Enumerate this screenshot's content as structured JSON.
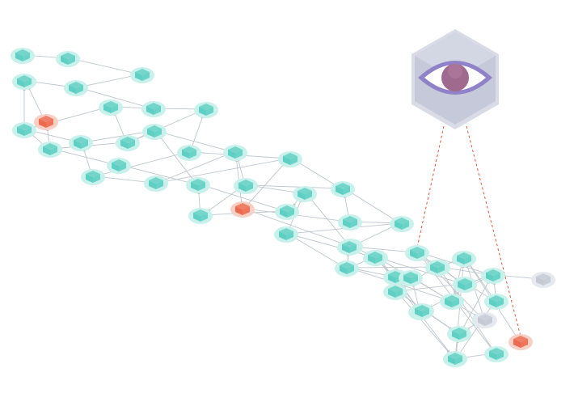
{
  "colors": {
    "background": "#ffffff",
    "edge": "#bfc6cc",
    "verified_node": "#5fcfc3",
    "verified_glow": "#c9f1ec",
    "flagged_node": "#ec6a4f",
    "flagged_glow": "#f8cfc4",
    "pending_node": "#c4c9d4",
    "pending_glow": "#e6e9ef",
    "observer_frame": "#c6c9d9",
    "observer_eye": "#8f82c8",
    "observer_pupil": "#a06a8f",
    "observer_link": "#e0563e"
  },
  "icons": {
    "observer": "eye-icon",
    "node": "cube-icon"
  },
  "observer": {
    "watched_nodes": [
      "n45",
      "n67"
    ]
  },
  "nodes": [
    {
      "id": "n01",
      "status": "verified"
    },
    {
      "id": "n02",
      "status": "verified"
    },
    {
      "id": "n03",
      "status": "verified"
    },
    {
      "id": "n04",
      "status": "verified"
    },
    {
      "id": "n05",
      "status": "verified"
    },
    {
      "id": "n06",
      "status": "verified"
    },
    {
      "id": "n07",
      "status": "verified"
    },
    {
      "id": "n08",
      "status": "verified"
    },
    {
      "id": "n09",
      "status": "flagged"
    },
    {
      "id": "n10",
      "status": "verified"
    },
    {
      "id": "n11",
      "status": "verified"
    },
    {
      "id": "n12",
      "status": "verified"
    },
    {
      "id": "n13",
      "status": "verified"
    },
    {
      "id": "n14",
      "status": "verified"
    },
    {
      "id": "n15",
      "status": "verified"
    },
    {
      "id": "n16",
      "status": "verified"
    },
    {
      "id": "n17",
      "status": "verified"
    },
    {
      "id": "n18",
      "status": "verified"
    },
    {
      "id": "n19",
      "status": "verified"
    },
    {
      "id": "n20",
      "status": "verified"
    },
    {
      "id": "n21",
      "status": "verified"
    },
    {
      "id": "n22",
      "status": "verified"
    },
    {
      "id": "n23",
      "status": "verified"
    },
    {
      "id": "n24",
      "status": "verified"
    },
    {
      "id": "n25",
      "status": "flagged"
    },
    {
      "id": "n26",
      "status": "verified"
    },
    {
      "id": "n27",
      "status": "verified"
    },
    {
      "id": "n28",
      "status": "verified"
    },
    {
      "id": "n29",
      "status": "verified"
    },
    {
      "id": "n30",
      "status": "verified"
    },
    {
      "id": "n31",
      "status": "verified"
    },
    {
      "id": "n32",
      "status": "verified"
    },
    {
      "id": "n33",
      "status": "verified"
    },
    {
      "id": "n34",
      "status": "verified"
    },
    {
      "id": "n35",
      "status": "verified"
    },
    {
      "id": "n36",
      "status": "verified"
    },
    {
      "id": "n37",
      "status": "verified"
    },
    {
      "id": "n38",
      "status": "verified"
    },
    {
      "id": "n39",
      "status": "verified"
    },
    {
      "id": "n40",
      "status": "verified"
    },
    {
      "id": "n41",
      "status": "verified"
    },
    {
      "id": "n42",
      "status": "verified"
    },
    {
      "id": "n43",
      "status": "verified"
    },
    {
      "id": "n44",
      "status": "verified"
    },
    {
      "id": "n45",
      "status": "flagged"
    },
    {
      "id": "n46",
      "status": "verified"
    },
    {
      "id": "n47",
      "status": "verified"
    },
    {
      "id": "n48",
      "status": "verified"
    },
    {
      "id": "n49",
      "status": "verified"
    },
    {
      "id": "n50",
      "status": "verified"
    },
    {
      "id": "n51",
      "status": "verified"
    },
    {
      "id": "n52",
      "status": "verified"
    },
    {
      "id": "n53",
      "status": "verified"
    },
    {
      "id": "n54",
      "status": "verified"
    },
    {
      "id": "n55",
      "status": "verified"
    },
    {
      "id": "n56",
      "status": "verified"
    },
    {
      "id": "n57",
      "status": "pending"
    },
    {
      "id": "n58",
      "status": "pending"
    },
    {
      "id": "n59",
      "status": "pending"
    },
    {
      "id": "n60",
      "status": "verified"
    },
    {
      "id": "n61",
      "status": "pending"
    },
    {
      "id": "n62",
      "status": "verified"
    },
    {
      "id": "n63",
      "status": "pending"
    },
    {
      "id": "n64",
      "status": "pending"
    },
    {
      "id": "n65",
      "status": "pending"
    },
    {
      "id": "n66",
      "status": "pending"
    },
    {
      "id": "n67",
      "status": "flagged"
    },
    {
      "id": "n68",
      "status": "pending"
    }
  ],
  "edges": [
    [
      "n02",
      "n01"
    ],
    [
      "n04",
      "n02"
    ],
    [
      "n05",
      "n03"
    ],
    [
      "n05",
      "n04"
    ],
    [
      "n06",
      "n03"
    ],
    [
      "n07",
      "n06"
    ],
    [
      "n08",
      "n05"
    ],
    [
      "n08",
      "n07"
    ],
    [
      "n09",
      "n03"
    ],
    [
      "n10",
      "n09"
    ],
    [
      "n10",
      "n06"
    ],
    [
      "n11",
      "n06"
    ],
    [
      "n12",
      "n10"
    ],
    [
      "n12",
      "n07"
    ],
    [
      "n13",
      "n08"
    ],
    [
      "n13",
      "n12"
    ],
    [
      "n14",
      "n11"
    ],
    [
      "n15",
      "n10"
    ],
    [
      "n16",
      "n12"
    ],
    [
      "n16",
      "n11"
    ],
    [
      "n17",
      "n13"
    ],
    [
      "n17",
      "n14"
    ],
    [
      "n18",
      "n14"
    ],
    [
      "n19",
      "n15"
    ],
    [
      "n19",
      "n16"
    ],
    [
      "n20",
      "n16"
    ],
    [
      "n20",
      "n18"
    ],
    [
      "n21",
      "n17"
    ],
    [
      "n21",
      "n18"
    ],
    [
      "n22",
      "n19"
    ],
    [
      "n23",
      "n20"
    ],
    [
      "n23",
      "n22"
    ],
    [
      "n24",
      "n21"
    ],
    [
      "n24",
      "n23"
    ],
    [
      "n25",
      "n21"
    ],
    [
      "n25",
      "n20"
    ],
    [
      "n26",
      "n22"
    ],
    [
      "n26",
      "n19"
    ],
    [
      "n27",
      "n23"
    ],
    [
      "n27",
      "n26"
    ],
    [
      "n28",
      "n24"
    ],
    [
      "n28",
      "n25"
    ],
    [
      "n29",
      "n28"
    ],
    [
      "n29",
      "n24"
    ],
    [
      "n30",
      "n27"
    ],
    [
      "n30",
      "n29"
    ],
    [
      "n31",
      "n25"
    ],
    [
      "n31",
      "n27"
    ],
    [
      "n32",
      "n29"
    ],
    [
      "n32",
      "n31"
    ],
    [
      "n33",
      "n31"
    ],
    [
      "n33",
      "n30"
    ],
    [
      "n34",
      "n30"
    ],
    [
      "n35",
      "n32"
    ],
    [
      "n35",
      "n33"
    ],
    [
      "n36",
      "n34"
    ],
    [
      "n36",
      "n33"
    ],
    [
      "n37",
      "n32"
    ],
    [
      "n38",
      "n36"
    ],
    [
      "n39",
      "n35"
    ],
    [
      "n40",
      "n36"
    ],
    [
      "n40",
      "n38"
    ],
    [
      "n41",
      "n38"
    ],
    [
      "n41",
      "n35"
    ],
    [
      "n42",
      "n41"
    ],
    [
      "n42",
      "n39"
    ],
    [
      "n43",
      "n42"
    ],
    [
      "n43",
      "n37"
    ],
    [
      "n44",
      "n39"
    ],
    [
      "n44",
      "n41"
    ],
    [
      "n45",
      "n39"
    ],
    [
      "n45",
      "n37"
    ],
    [
      "n46",
      "n42"
    ],
    [
      "n46",
      "n45"
    ],
    [
      "n47",
      "n44"
    ],
    [
      "n47",
      "n46"
    ],
    [
      "n48",
      "n45"
    ],
    [
      "n49",
      "n48"
    ],
    [
      "n49",
      "n46"
    ],
    [
      "n50",
      "n47"
    ],
    [
      "n50",
      "n44"
    ],
    [
      "n51",
      "n43"
    ],
    [
      "n51",
      "n45"
    ],
    [
      "n52",
      "n48"
    ],
    [
      "n52",
      "n50"
    ],
    [
      "n53",
      "n49"
    ],
    [
      "n53",
      "n50"
    ],
    [
      "n54",
      "n52"
    ],
    [
      "n55",
      "n53"
    ],
    [
      "n55",
      "n52"
    ],
    [
      "n56",
      "n53"
    ],
    [
      "n57",
      "n55"
    ],
    [
      "n58",
      "n49"
    ],
    [
      "n59",
      "n54"
    ],
    [
      "n60",
      "n54"
    ],
    [
      "n60",
      "n56"
    ],
    [
      "n61",
      "n59"
    ],
    [
      "n62",
      "n56"
    ],
    [
      "n63",
      "n60"
    ],
    [
      "n64",
      "n61"
    ],
    [
      "n65",
      "n62"
    ],
    [
      "n66",
      "n63"
    ],
    [
      "n68",
      "n64"
    ],
    [
      "n67",
      "n62"
    ]
  ]
}
